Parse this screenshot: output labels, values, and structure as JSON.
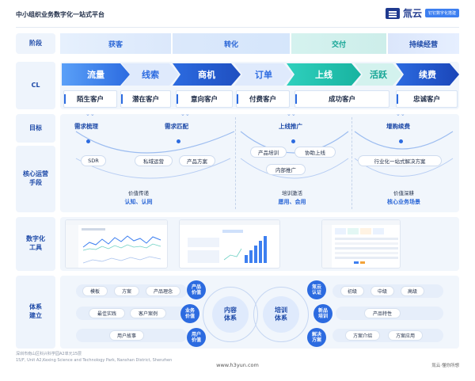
{
  "header": {
    "title": "中小组织业务数字化一站式平台",
    "brand": "氚云",
    "tagline": "钉钉数字化搭建"
  },
  "labels": {
    "stage": "阶段",
    "cl": "CL",
    "goal": "目标",
    "ops": "核心运营\n手段",
    "tools": "数字化\n工具",
    "system": "体系\n建立"
  },
  "stages": [
    "获客",
    "转化",
    "交付",
    "持续经营"
  ],
  "cl_arrows": [
    "流量",
    "线索",
    "商机",
    "订单",
    "上线",
    "活跃",
    "续费"
  ],
  "customers": [
    "陌生客户",
    "潜在客户",
    "意向客户",
    "付费客户",
    "成功客户",
    "忠诚客户"
  ],
  "goals": [
    "需求梳理",
    "需求匹配",
    "上线推广",
    "增购续费"
  ],
  "ops": {
    "pills_a": [
      "SDR",
      "私域运营",
      "产品方案"
    ],
    "pills_b": [
      "产品培训",
      "协助上线",
      "内部推广"
    ],
    "pills_c": [
      "行业化一站式解决方案"
    ],
    "caption_a": {
      "line1": "价值传递",
      "line2": "认知、认同"
    },
    "caption_b": {
      "line1": "培训激活",
      "line2": "愿用、会用"
    },
    "caption_c": {
      "line1": "价值深耕",
      "line2": "核心业务场景"
    }
  },
  "system": {
    "left_pills": [
      "模板",
      "方案",
      "产品理念",
      "最佳实践",
      "客户案例",
      "用户故事"
    ],
    "left_circles": [
      "产品\n价值",
      "业务\n价值",
      "用户\n价值"
    ],
    "center_circles": [
      "内容\n体系",
      "培训\n体系"
    ],
    "right_circles": [
      "氚云\n认证",
      "新品\n培训",
      "解决\n方案"
    ],
    "right_pills": [
      "初级",
      "中级",
      "高级",
      "产品特性",
      "方案介绍",
      "方案应用"
    ]
  },
  "footer": {
    "addr_cn": "深圳市南山区科兴科学园A2单元15层",
    "addr_en": "15/F, Unit A2,Kexing Science and Technology Park, Nanshan District, Shenzhen",
    "url": "www.h3yun.com",
    "brand": "氚云·懂你所想"
  },
  "colors": {
    "primary": "#2c6be0",
    "deep": "#1e4aa8",
    "teal": "#1fc3b0",
    "panel": "#f1f6fc"
  }
}
